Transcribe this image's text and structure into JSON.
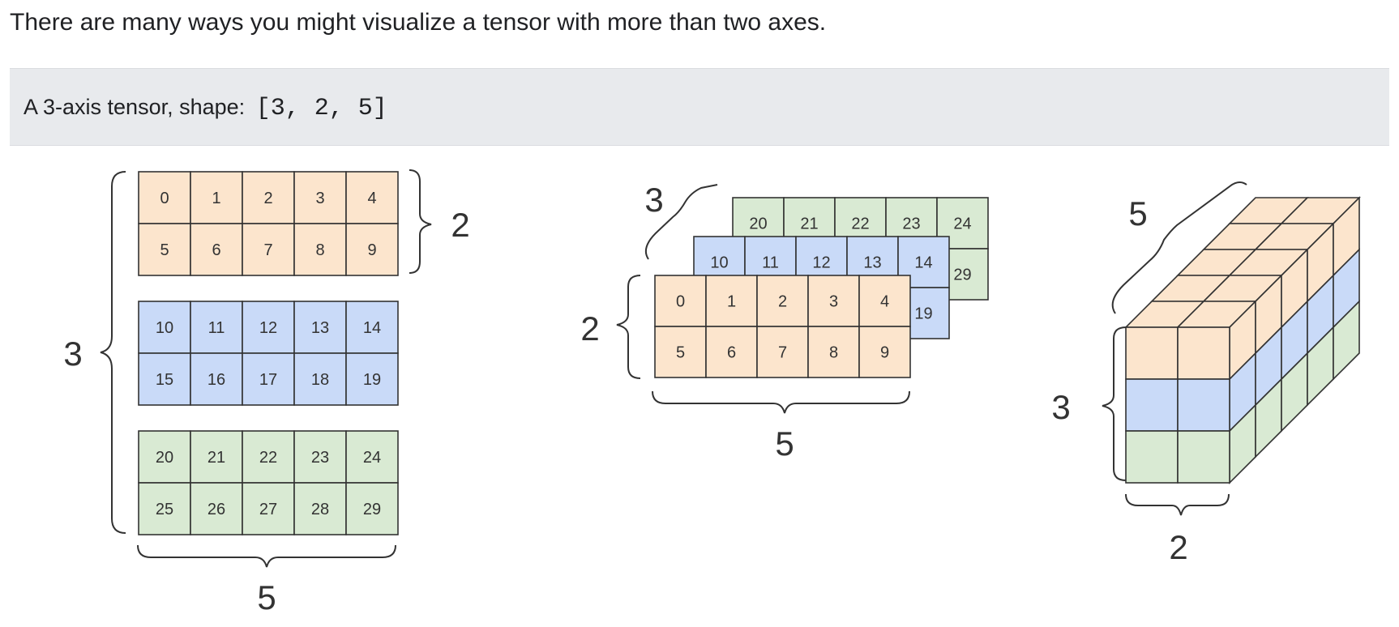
{
  "intro_text": "There are many ways you might visualize a tensor with more than two axes.",
  "caption": {
    "label": "A 3-axis tensor, shape:",
    "shape_code": "[3, 2, 5]"
  },
  "tensor": {
    "shape": [
      3,
      2,
      5
    ],
    "values": [
      [
        [
          0,
          1,
          2,
          3,
          4
        ],
        [
          5,
          6,
          7,
          8,
          9
        ]
      ],
      [
        [
          10,
          11,
          12,
          13,
          14
        ],
        [
          15,
          16,
          17,
          18,
          19
        ]
      ],
      [
        [
          20,
          21,
          22,
          23,
          24
        ],
        [
          25,
          26,
          27,
          28,
          29
        ]
      ]
    ]
  },
  "colors": {
    "layer_fills": [
      "#fce5cd",
      "#c9daf8",
      "#d9ead3"
    ],
    "outline": "#333333",
    "caption_background": "#e8eaed"
  },
  "axis_labels": {
    "flat_view": {
      "layers": "3",
      "rows": "2",
      "columns": "5"
    },
    "stacked_view": {
      "layers": "3",
      "rows": "2",
      "columns": "5"
    },
    "cube_view": {
      "depth": "5",
      "layers": "3",
      "width": "2"
    }
  }
}
